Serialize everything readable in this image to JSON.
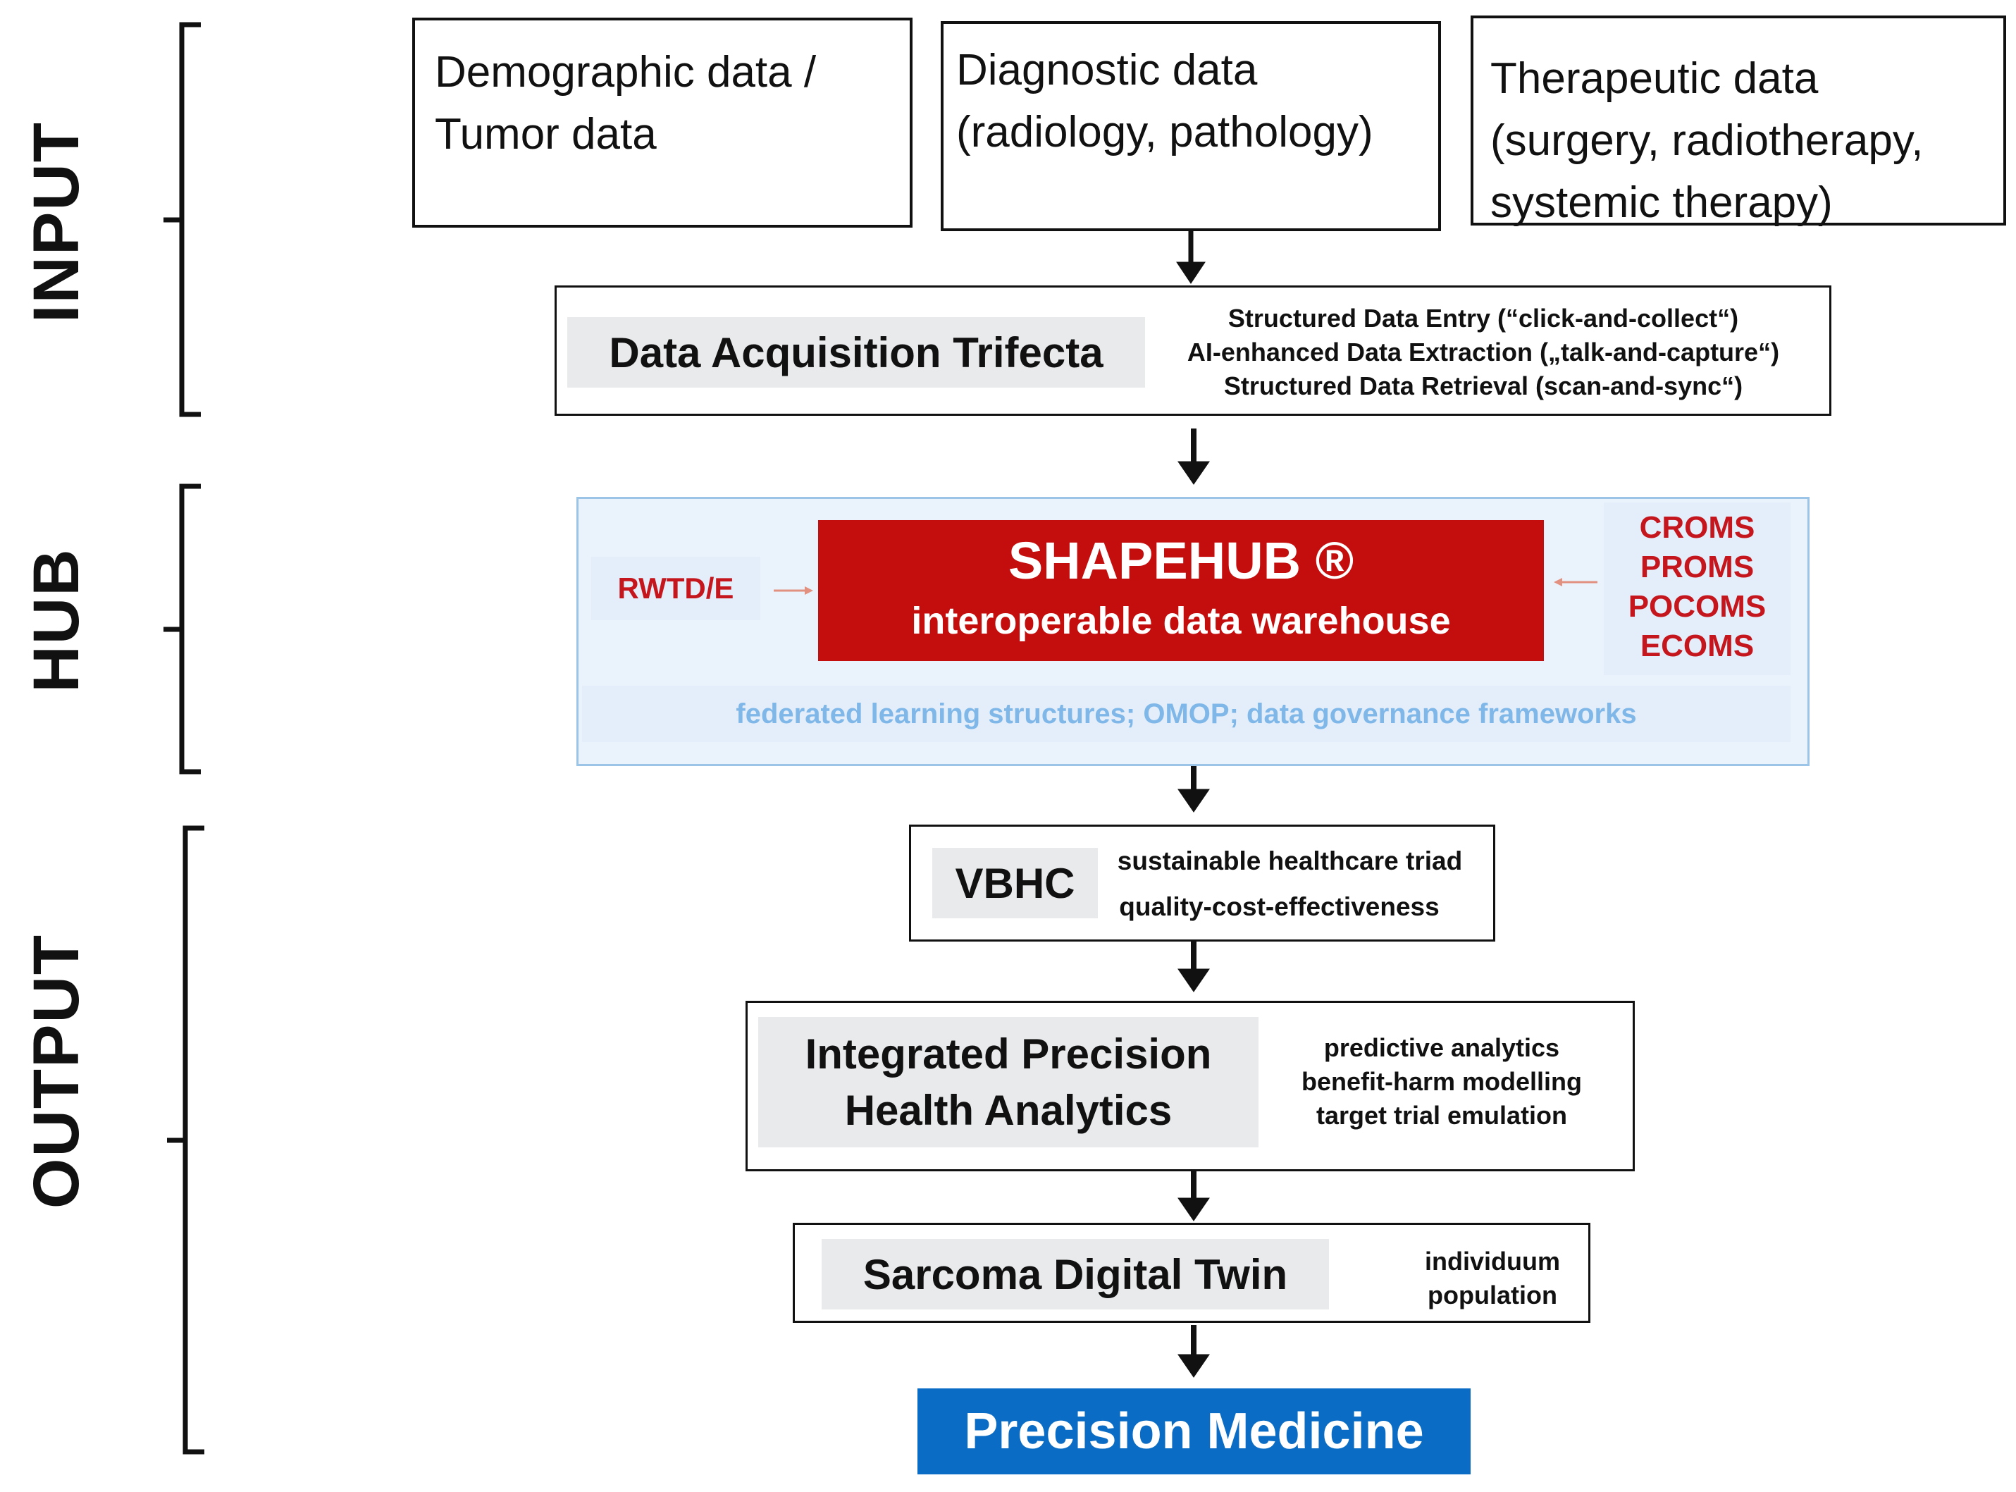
{
  "sections": {
    "input": "INPUT",
    "hub": "HUB",
    "output": "OUTPUT"
  },
  "inputs": {
    "demographic": [
      "Demographic data /",
      "Tumor data"
    ],
    "diagnostic": [
      "Diagnostic data",
      "(radiology, pathology)"
    ],
    "therapeutic": [
      "Therapeutic data",
      "(surgery, radiotherapy,",
      "systemic therapy)"
    ]
  },
  "acquisition": {
    "title": "Data Acquisition Trifecta",
    "lines": [
      "Structured Data Entry (“click-and-collect“)",
      "AI-enhanced Data Extraction („talk-and-capture“)",
      "Structured Data Retrieval (scan-and-sync“)"
    ]
  },
  "hub": {
    "left_label": "RWTD/E",
    "title": "SHAPEHUB ®",
    "subtitle": "interoperable data warehouse",
    "right_labels": [
      "CROMS",
      "PROMS",
      "POCOMS",
      "ECOMS"
    ],
    "footer": "federated learning structures; OMOP; data governance frameworks"
  },
  "vbhc": {
    "title": "VBHC",
    "lines": [
      "sustainable healthcare triad",
      "quality-cost-effectiveness"
    ]
  },
  "analytics": {
    "title": [
      "Integrated Precision",
      "Health Analytics"
    ],
    "lines": [
      "predictive analytics",
      "benefit-harm modelling",
      "target trial emulation"
    ]
  },
  "twin": {
    "title": "Sarcoma Digital Twin",
    "lines": [
      "individuum",
      "population"
    ]
  },
  "result": {
    "title": "Precision Medicine"
  },
  "colors": {
    "hub_red": "#c40e0e",
    "hub_text_red": "#c4161c",
    "hub_bg": "#eaf3fb",
    "hub_border": "#9cc4e6",
    "hub_footer_text": "#7fb7e8",
    "result_blue": "#0a6cc4",
    "gray_box": "#e9eaec"
  }
}
